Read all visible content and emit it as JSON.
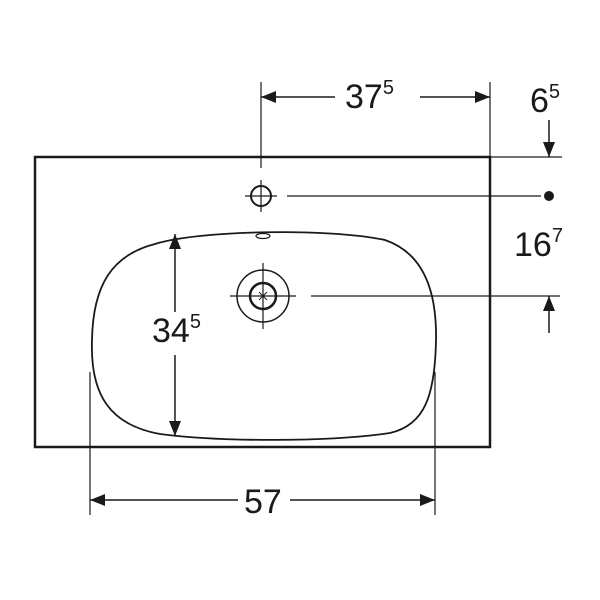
{
  "dimensions": {
    "tap_offset": {
      "main": "37",
      "sup": "5"
    },
    "top_offset": {
      "main": "6",
      "sup": "5"
    },
    "tap_to_drain": {
      "main": "16",
      "sup": "7"
    },
    "bowl_depth": {
      "main": "34",
      "sup": "5"
    },
    "bowl_width": {
      "main": "57",
      "sup": ""
    }
  },
  "colors": {
    "line": "#1a1a1a",
    "background": "#ffffff"
  }
}
